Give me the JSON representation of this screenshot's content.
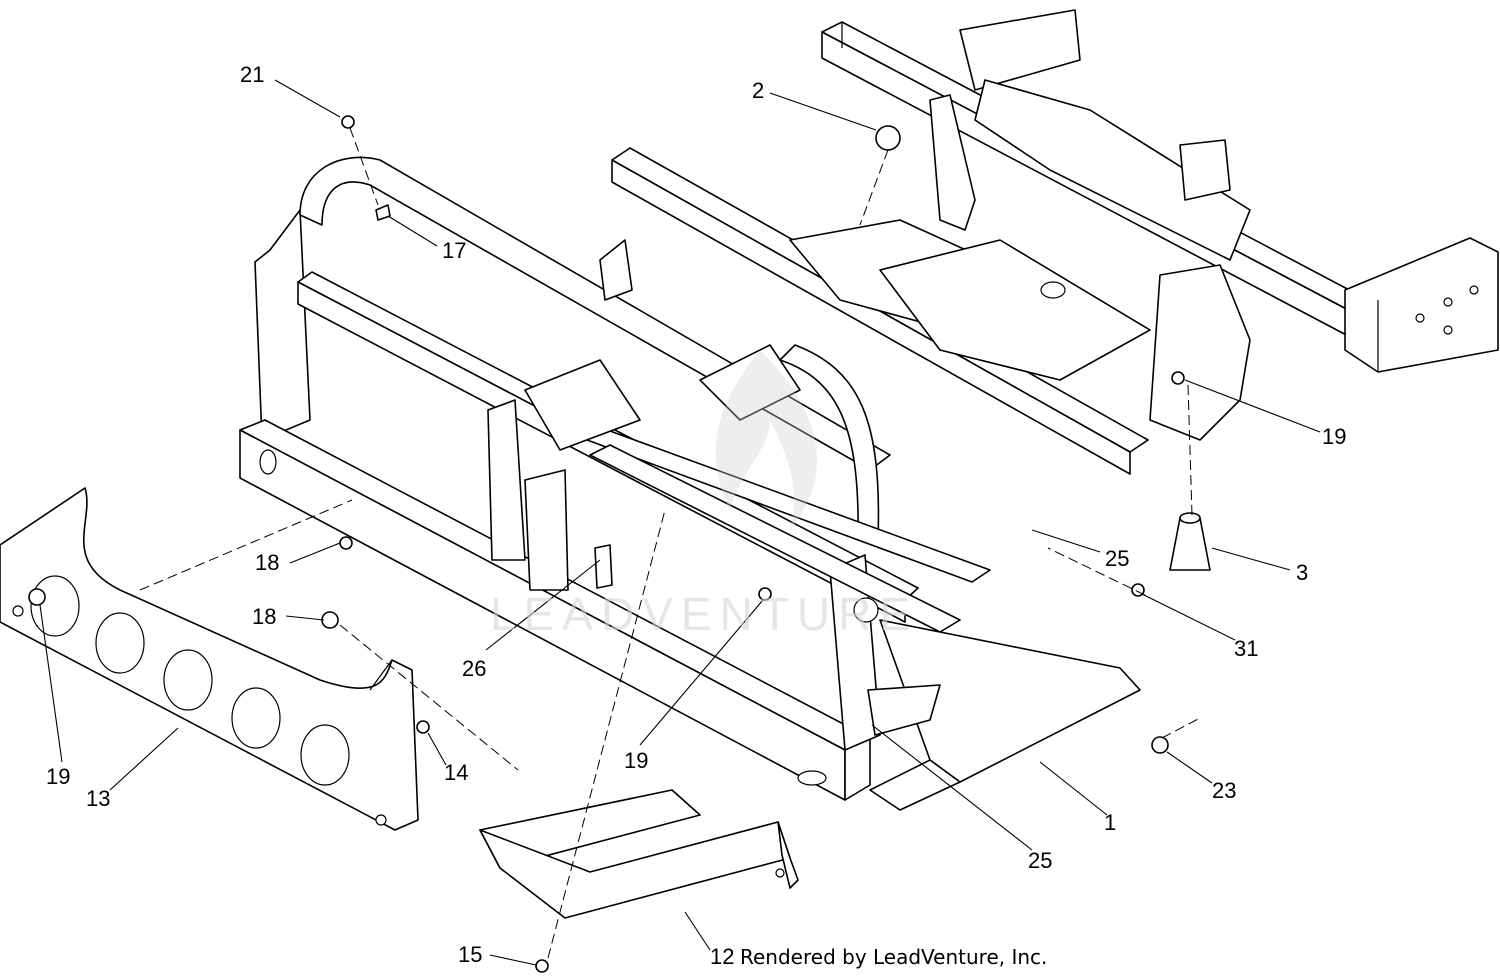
{
  "watermark": {
    "text": "LEADVENTURE"
  },
  "credit": "Rendered by LeadVenture, Inc.",
  "callouts": [
    "21",
    "2",
    "17",
    "19",
    "18",
    "18",
    "26",
    "25",
    "3",
    "31",
    "19",
    "13",
    "14",
    "19",
    "23",
    "1",
    "25",
    "12",
    "15"
  ]
}
